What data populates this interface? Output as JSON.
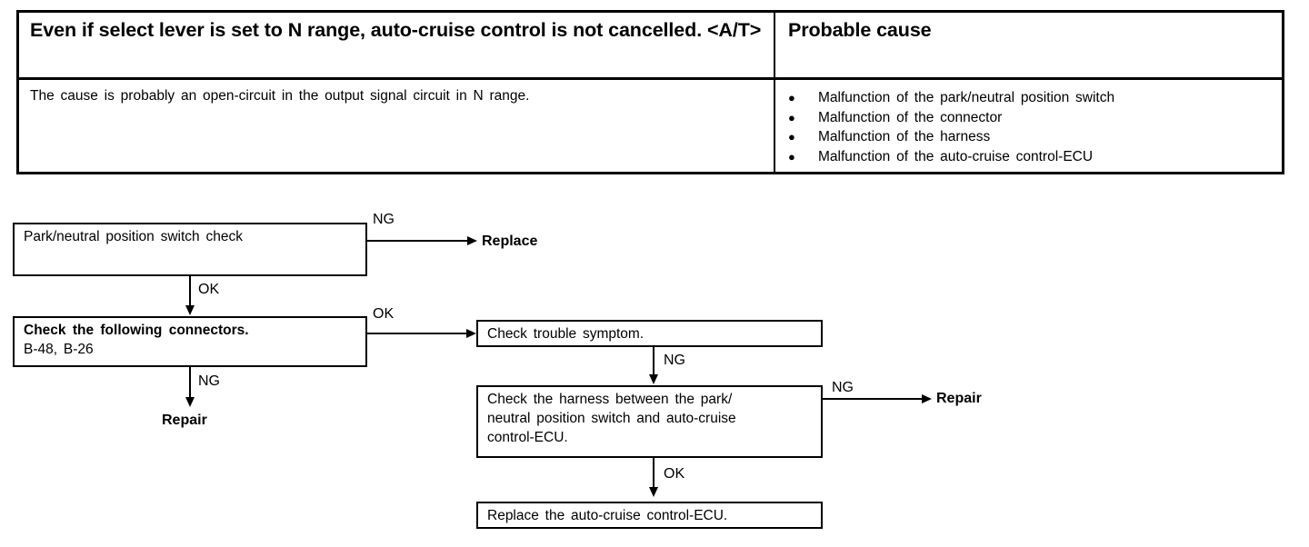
{
  "table": {
    "header": {
      "symptom": "Even if select lever is set to N range, auto-cruise control is not cancelled. <A/T>",
      "probable_cause": "Probable cause"
    },
    "body": {
      "description": "The cause is probably an open-circuit in the output signal circuit in N range.",
      "causes": [
        "Malfunction of the park/neutral position switch",
        "Malfunction of the connector",
        "Malfunction of the harness",
        "Malfunction of the auto-cruise control-ECU"
      ],
      "bullet_glyph": "●"
    }
  },
  "flowchart": {
    "boxes": {
      "switch_check": "Park/neutral position switch check",
      "connectors_title": "Check the following connectors.",
      "connectors_list": "B-48, B-26",
      "trouble_symptom": "Check trouble symptom.",
      "harness_line1": "Check the harness between the park/",
      "harness_line2": "neutral position switch and auto-cruise",
      "harness_line3": "control-ECU.",
      "replace_ecu": "Replace the auto-cruise control-ECU."
    },
    "terminals": {
      "replace": "Replace",
      "repair_left": "Repair",
      "repair_right": "Repair"
    },
    "labels": {
      "ng_switch_check": "NG",
      "ok_switch_check": "OK",
      "ok_connectors": "OK",
      "ng_connectors": "NG",
      "ng_trouble_symptom": "NG",
      "ng_harness": "NG",
      "ok_harness": "OK"
    }
  }
}
